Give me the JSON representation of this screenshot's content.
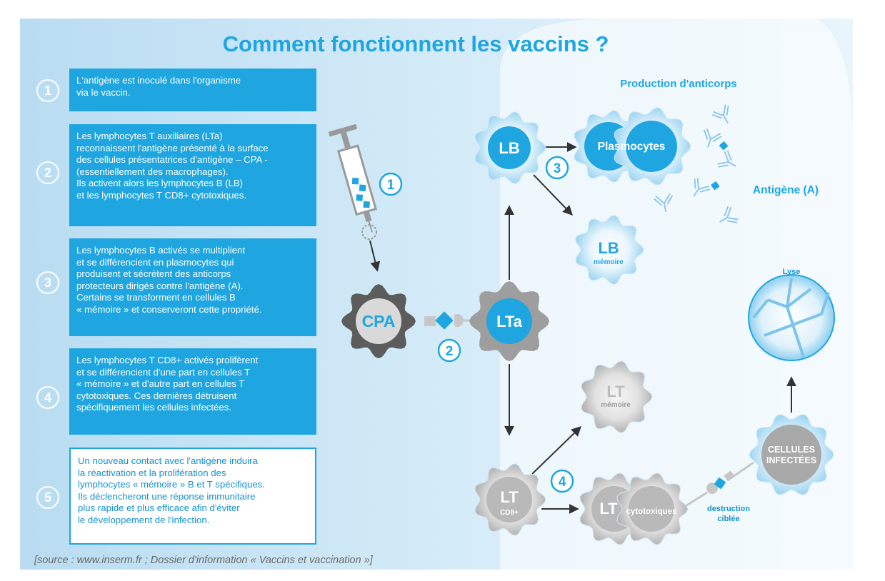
{
  "title": "Comment fonctionnent les vaccins ?",
  "steps": [
    {
      "number": "1",
      "text": "L'antigène est inoculé dans l'organisme\nvia le vaccin."
    },
    {
      "number": "2",
      "text": "Les lymphocytes T auxiliaires (LTa)\nreconnaissent l'antigène présenté à la surface\ndes cellules présentatrices d'antigène – CPA -\n(essentiellement des macrophages).\nIls activent alors les lymphocytes B (LB)\net les lymphocytes T CD8+ cytotoxiques."
    },
    {
      "number": "3",
      "text": "Les lymphocytes B activés se multiplient\net se différencient en plasmocytes qui\nproduisent et sécrètent des anticorps\nprotecteurs dirigés contre l'antigène (A).\nCertains se transforment en cellules B\n« mémoire » et conserveront cette propriété."
    },
    {
      "number": "4",
      "text": "Les lymphocytes T CD8+ activés prolifèrent\net se différencient d'une part en cellules T\n« mémoire » et d'autre part en cellules T\ncytotoxiques. Ces dernières détruisent\nspécifiquement les cellules infectées."
    },
    {
      "number": "5",
      "text": "Un nouveau contact avec l'antigène induira\nla réactivation et la prolifération des\nlymphocytes « mémoire » B et T spécifiques.\nIls déclencheront une réponse immunitaire\nplus rapide et plus efficace afin d'éviter\nle développement de l'infection."
    }
  ],
  "diagram": {
    "cpa": "CPA",
    "lta": "LTa",
    "lb": "LB",
    "plasmocytes": "Plasmocytes",
    "lb_memoire_main": "LB",
    "lb_memoire_sub": "mémoire",
    "production_anticorps": "Production d'anticorps",
    "antigene": "Antigène (A)",
    "lt_memoire_main": "LT",
    "lt_memoire_sub": "mémoire",
    "lt_cd8_main": "LT",
    "lt_cd8_sub": "CD8+",
    "lt_cyto_main": "LT",
    "lt_cyto_sub": "cytotoxiques",
    "cellules_line1": "CELLULES",
    "cellules_line2": "INFECTÉES",
    "lyse": "Lyse",
    "destruction_line1": "destruction",
    "destruction_line2": "ciblée",
    "marker_1": "1",
    "marker_2": "2",
    "marker_3": "3",
    "marker_4": "4"
  },
  "source": "[source : www.inserm.fr ; Dossier d'information « Vaccins et vaccination »]",
  "colors": {
    "primary_blue": "#1fa6e0",
    "dark_blue": "#1592cf",
    "light_bg": "#d6ecf8",
    "gray_cell": "#b9b9b9",
    "dark_gray": "#5c5c5c"
  }
}
